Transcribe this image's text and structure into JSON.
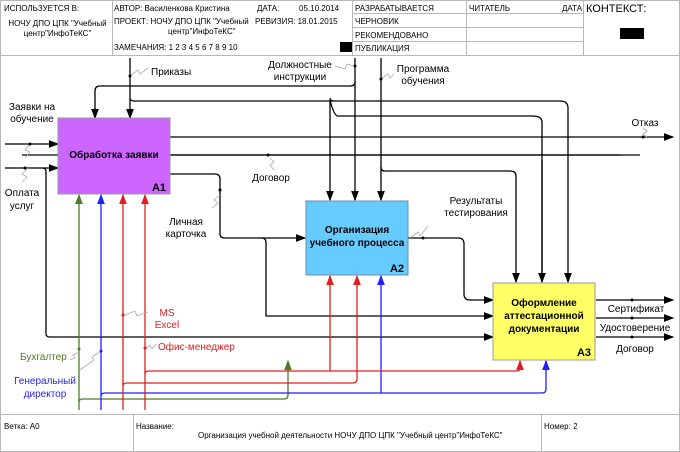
{
  "header": {
    "used_in_label": "ИСПОЛЬЗУЕТСЯ В:",
    "used_in_value_line1": "НОЧУ ДПО ЦПК \"Учебный",
    "used_in_value_line2": "центр\"ИнфоТеКС\"",
    "author": "АВТОР: Василенкова Кристина",
    "date_label": "ДАТА:",
    "date_value": "05.10.2014",
    "project_label": "ПРОЕКТ: НОЧУ ДПО ЦПК \"Учебный",
    "project_line2": "центр\"ИнфоТеКС\"",
    "revision": "РЕВИЗИЯ: 18.01.2015",
    "notes": "ЗАМЕЧАНИЯ: 1 2 3 4 5 6 7 8 9 10",
    "status_items": [
      "РАЗРАБАТЫВАЕТСЯ",
      "ЧЕРНОВИК",
      "РЕКОМЕНДОВАНО",
      "ПУБЛИКАЦИЯ"
    ],
    "reader_label": "ЧИТАТЕЛЬ",
    "reader_date_label": "ДАТА",
    "context_label": "КОНТЕКСТ:"
  },
  "footer": {
    "node": "Ветка: А0",
    "title_label": "Название:",
    "title_value": "Организация учебной деятельности НОЧУ ДПО ЦПК \"Учебный центр\"ИнфоТеКС\"",
    "number": "Номер: 2"
  },
  "colors": {
    "a1_fill": "#CC66FF",
    "a2_fill": "#66CCFF",
    "a3_fill": "#FFFF66",
    "arrow_black": "#000000",
    "mech_green": "#4F7A28",
    "mech_blue": "#1F1FFF",
    "mech_red": "#E02020"
  },
  "boxes": [
    {
      "id": "A1",
      "title_lines": [
        "Обработка заявки"
      ],
      "num": "A1"
    },
    {
      "id": "A2",
      "title_lines": [
        "Организация",
        "учебного процесса"
      ],
      "num": "A2"
    },
    {
      "id": "A3",
      "title_lines": [
        "Оформление",
        "аттестационной",
        "документации"
      ],
      "num": "A3"
    }
  ],
  "arrows": {
    "inputs": [
      [
        "Заявки на",
        "обучение"
      ],
      [
        "Оплата",
        "услуг"
      ]
    ],
    "controls": [
      "Приказы",
      [
        "Должностные",
        "инструкции"
      ],
      [
        "Программа",
        "обучения"
      ]
    ],
    "internal": [
      "Договор",
      [
        "Личная",
        "карточка"
      ],
      [
        "Результаты",
        "тестирования"
      ]
    ],
    "outputs": [
      "Отказ",
      "Сертификат",
      "Удостоверение",
      "Договор"
    ],
    "mechanisms": [
      [
        "MS",
        "Excel"
      ],
      "Офис-менеджер",
      "Бухгалтер",
      [
        "Генеральный",
        "директор"
      ]
    ]
  }
}
